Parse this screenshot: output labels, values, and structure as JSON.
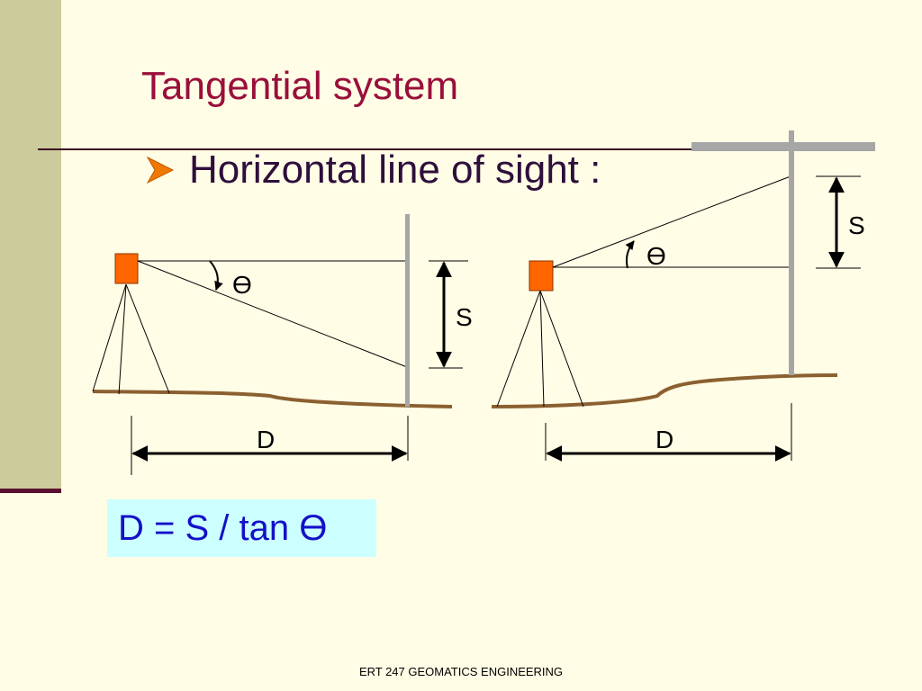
{
  "slide": {
    "title": "Tangential system",
    "bullet": "Horizontal line of sight :",
    "bullet_icon": "arrowhead-bullet-icon",
    "formula": "D = S / tan Ө",
    "footer": "ERT 247 GEOMATICS ENGINEERING"
  },
  "diagram_left": {
    "angle_label": "Ө",
    "staff_label": "S",
    "distance_label": "D"
  },
  "diagram_right": {
    "angle_label": "Ө",
    "staff_label": "S",
    "distance_label": "D"
  },
  "colors": {
    "background": "#FFFDE5",
    "side_bar": "#CCCB9B",
    "title": "#9A0F3A",
    "bullet_text": "#2E0F3C",
    "bullet_icon": "#F07800",
    "instrument": "#FF6600",
    "ground": "#8B6030",
    "staff": "#A6A6A6",
    "formula_box": "#CCFFFF",
    "formula_text": "#1410C8"
  }
}
